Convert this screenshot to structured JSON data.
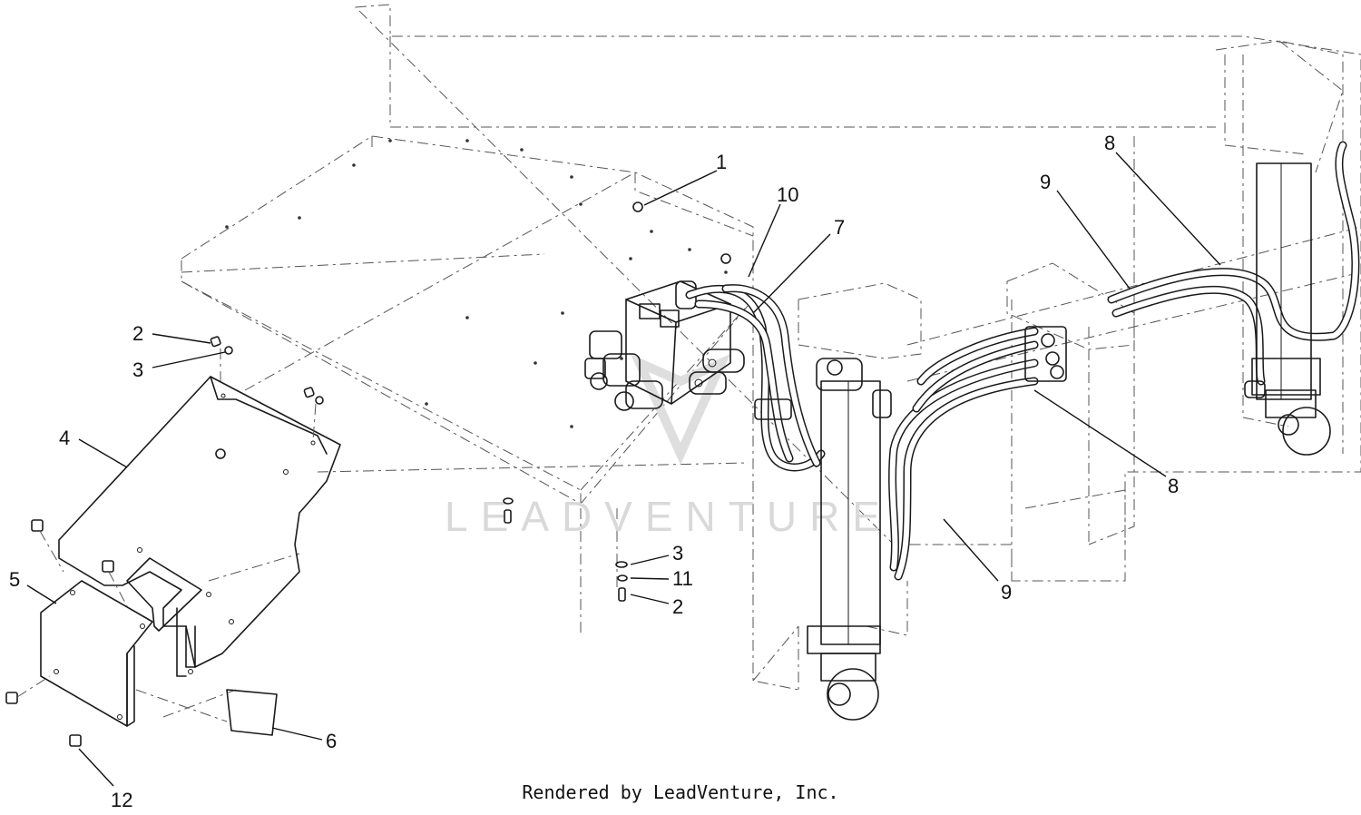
{
  "watermark": "LEADVENTURE",
  "credit": "Rendered by LeadVenture, Inc.",
  "callouts": [
    {
      "id": "c1",
      "label": "1"
    },
    {
      "id": "c10",
      "label": "10"
    },
    {
      "id": "c7",
      "label": "7"
    },
    {
      "id": "c8a",
      "label": "8"
    },
    {
      "id": "c9a",
      "label": "9"
    },
    {
      "id": "c2a",
      "label": "2"
    },
    {
      "id": "c3a",
      "label": "3"
    },
    {
      "id": "c4",
      "label": "4"
    },
    {
      "id": "c5",
      "label": "5"
    },
    {
      "id": "c8b",
      "label": "8"
    },
    {
      "id": "c3b",
      "label": "3"
    },
    {
      "id": "c11",
      "label": "11"
    },
    {
      "id": "c2b",
      "label": "2"
    },
    {
      "id": "c9b",
      "label": "9"
    },
    {
      "id": "c6",
      "label": "6"
    },
    {
      "id": "c12",
      "label": "12"
    }
  ]
}
